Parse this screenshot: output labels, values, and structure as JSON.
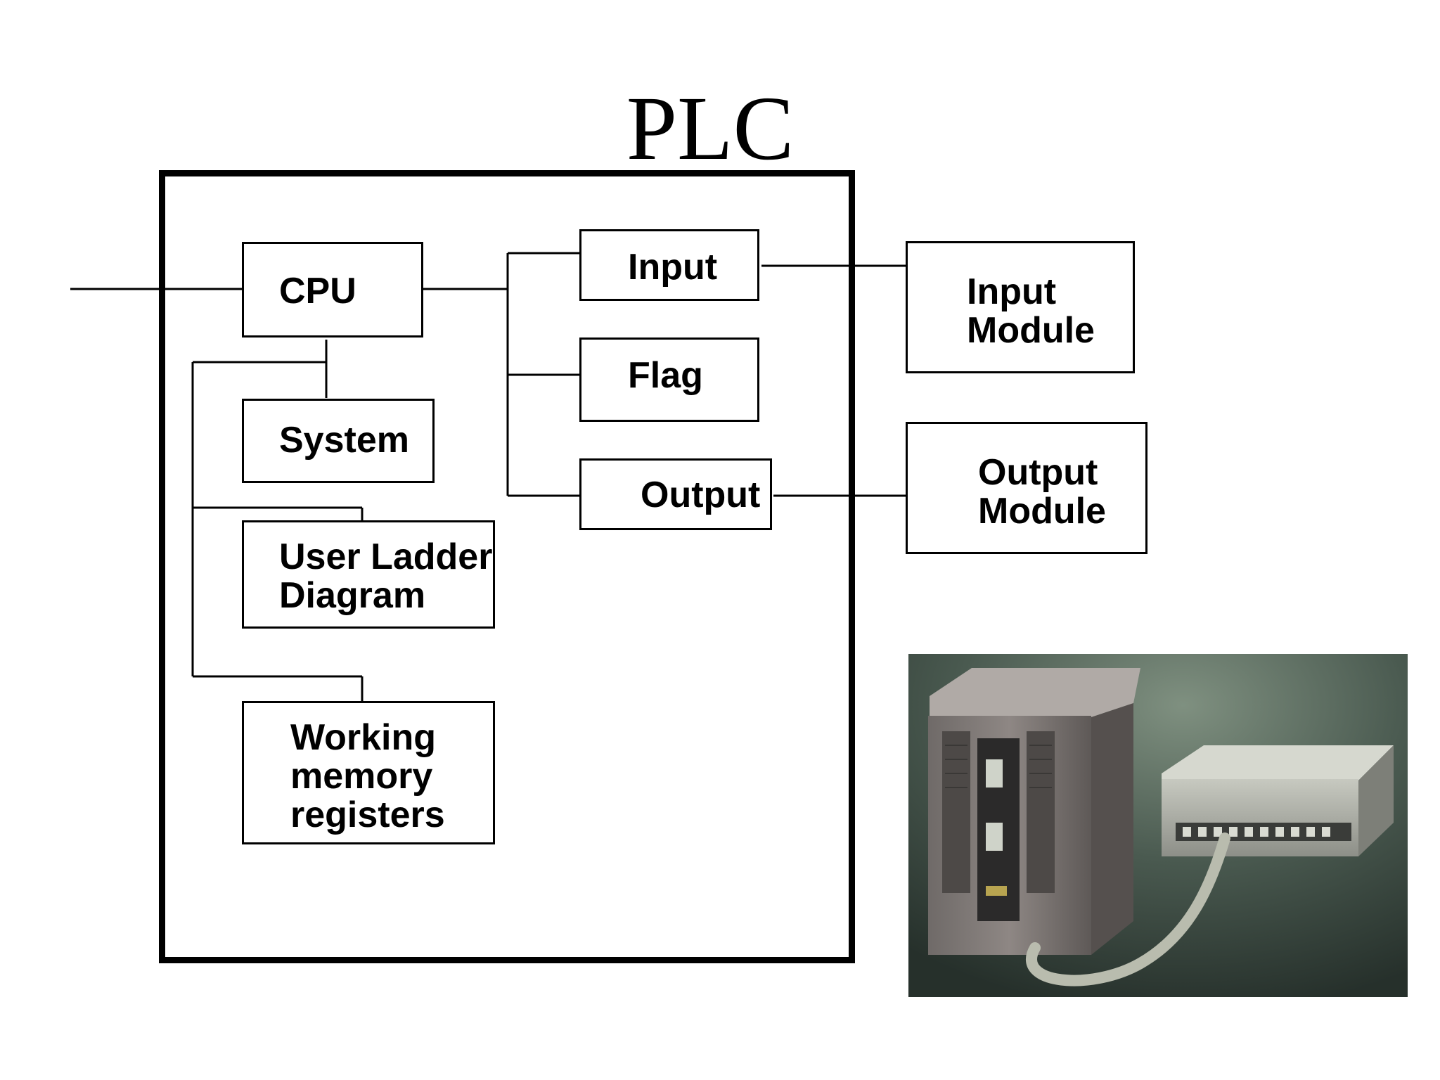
{
  "title": "PLC",
  "blocks": {
    "cpu": "CPU",
    "system": "System",
    "user_ladder": "User Ladder\nDiagram",
    "working_memory": "Working\nmemory\nregisters",
    "input": "Input",
    "flag": "Flag",
    "output": "Output",
    "input_module": "Input\nModule",
    "output_module": "Output\nModule"
  },
  "photo": {
    "subject": "plc-hardware-photo"
  },
  "colors": {
    "line": "#000000",
    "background": "#ffffff",
    "photo_bg": "#3d4d44",
    "device": "#8c8580"
  }
}
